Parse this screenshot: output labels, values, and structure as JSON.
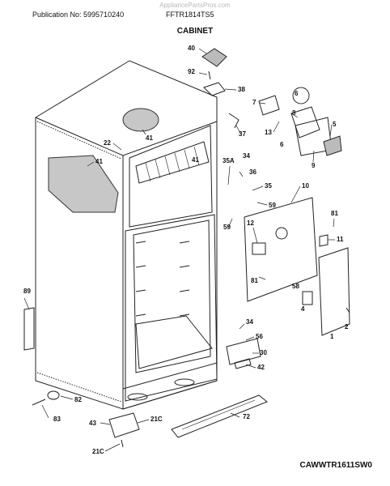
{
  "header": {
    "watermark": "AppliancePartsPros.com",
    "publication": "Publication No: 5995710240",
    "model": "FFTR1814TS5",
    "section_title": "CABINET"
  },
  "footer": {
    "drawing_code": "CAWWTR1611SW0"
  },
  "callouts": [
    "40",
    "92",
    "38",
    "7",
    "6",
    "8",
    "5",
    "13",
    "6",
    "9",
    "37",
    "22",
    "41",
    "41",
    "34",
    "36",
    "35A",
    "35",
    "59",
    "10",
    "41",
    "59",
    "12",
    "81",
    "11",
    "81",
    "58",
    "4",
    "2",
    "1",
    "89",
    "34",
    "56",
    "30",
    "42",
    "82",
    "72",
    "83",
    "43",
    "21C",
    "21C"
  ]
}
